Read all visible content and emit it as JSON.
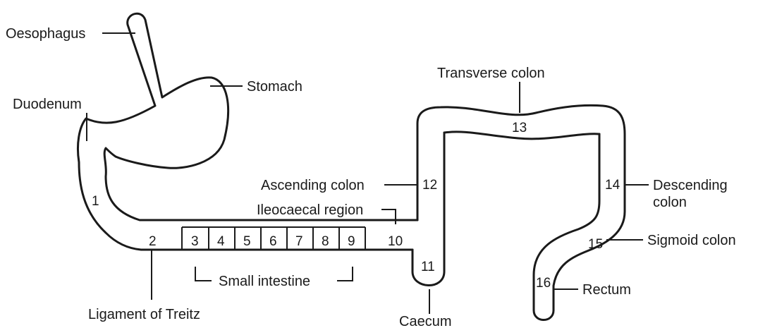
{
  "labels": {
    "oesophagus": "Oesophagus",
    "stomach": "Stomach",
    "duodenum": "Duodenum",
    "transverse_colon": "Transverse colon",
    "ascending_colon": "Ascending colon",
    "ileocaecal_region": "Ileocaecal region",
    "descending_colon_1": "Descending",
    "descending_colon_2": "colon",
    "sigmoid_colon": "Sigmoid colon",
    "small_intestine": "Small intestine",
    "rectum": "Rectum",
    "ligament_of_treitz": "Ligament of Treitz",
    "caecum": "Caecum"
  },
  "segments": [
    "1",
    "2",
    "3",
    "4",
    "5",
    "6",
    "7",
    "8",
    "9",
    "10",
    "11",
    "12",
    "13",
    "14",
    "15",
    "16"
  ]
}
